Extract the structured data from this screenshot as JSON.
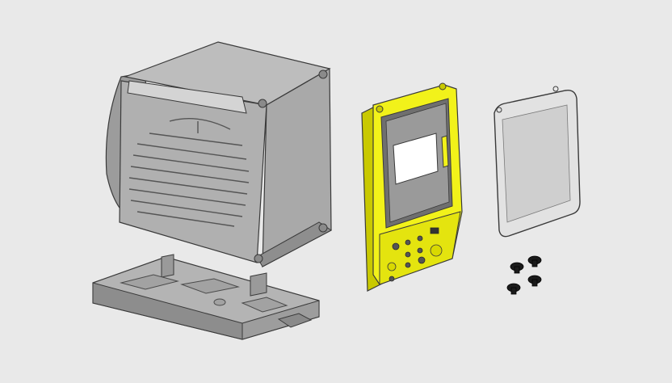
{
  "scene": {
    "background_color": "#e9e9e9",
    "parts": [
      {
        "id": "housing",
        "label": ""
      },
      {
        "id": "base-plate",
        "label": ""
      },
      {
        "id": "front-frame",
        "label": ""
      },
      {
        "id": "cover-screen",
        "label": ""
      },
      {
        "id": "screws",
        "label": ""
      }
    ],
    "colors": {
      "gray_light": "#c9c9c9",
      "gray_mid": "#a6a6a6",
      "gray_dark": "#7f7f7f",
      "outline": "#3a3a3a",
      "yellow": "#f2f21a",
      "yellow_dark": "#c9c900",
      "screw_black": "#1a1a1a"
    }
  }
}
